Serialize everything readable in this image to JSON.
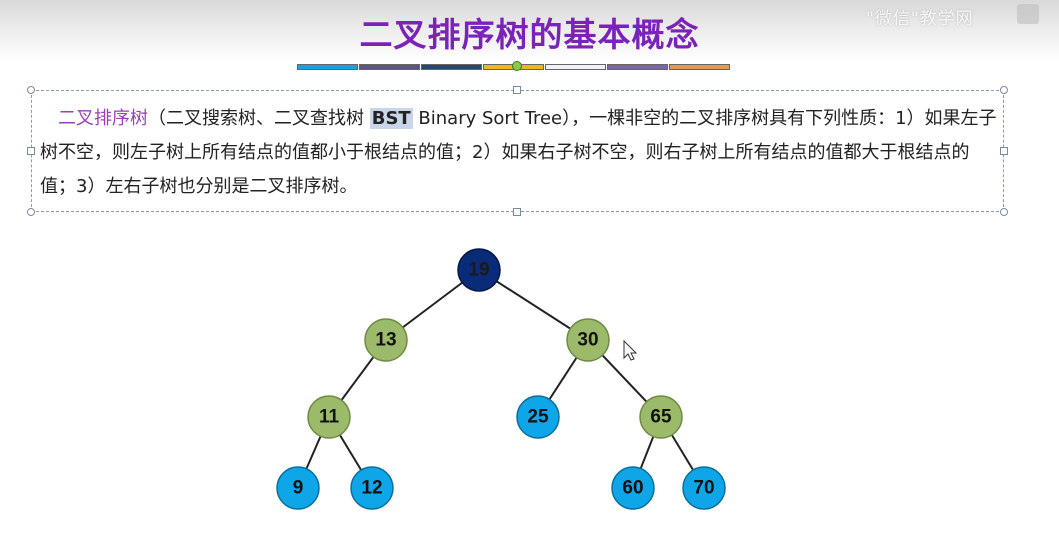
{
  "title": "二叉排序树的基本概念",
  "watermark": "\"微信\"教学网",
  "colors": {
    "title": "#7b22b8",
    "term": "#9a3fb8",
    "root_fill": "#0a2a7a",
    "inner_fill": "#9cbb6a",
    "leaf_fill": "#0ea5e9",
    "bar": [
      "#18a3de",
      "#5c5588",
      "#244a73",
      "#f2b51b",
      "#eef2f7",
      "#7d64a8",
      "#e49a50"
    ]
  },
  "definition": {
    "term": "二叉排序树",
    "open_paren": "（二叉搜索树、二叉查找树 ",
    "bst": "BST",
    "eng": " Binary Sort Tree",
    "rest1": "），一棵非空的二叉排序树具有下列性质：",
    "rest2": "1）如果左子树不空，则左子树上所有结点的值都小于根结点的值；2）如果右子树不空，则右子树上所有结点的值都大于根结点的值；3）左右子树也分别是二叉排序树。"
  },
  "tree": {
    "nodes": [
      {
        "id": "n19",
        "label": "19",
        "kind": "root"
      },
      {
        "id": "n13",
        "label": "13",
        "kind": "inner"
      },
      {
        "id": "n30",
        "label": "30",
        "kind": "inner"
      },
      {
        "id": "n11",
        "label": "11",
        "kind": "inner"
      },
      {
        "id": "n25",
        "label": "25",
        "kind": "leaf"
      },
      {
        "id": "n65",
        "label": "65",
        "kind": "inner"
      },
      {
        "id": "n9",
        "label": "9",
        "kind": "leaf"
      },
      {
        "id": "n12",
        "label": "12",
        "kind": "leaf"
      },
      {
        "id": "n60",
        "label": "60",
        "kind": "leaf"
      },
      {
        "id": "n70",
        "label": "70",
        "kind": "leaf"
      }
    ],
    "edges": [
      [
        "n19",
        "n13"
      ],
      [
        "n19",
        "n30"
      ],
      [
        "n13",
        "n11"
      ],
      [
        "n30",
        "n25"
      ],
      [
        "n30",
        "n65"
      ],
      [
        "n11",
        "n9"
      ],
      [
        "n11",
        "n12"
      ],
      [
        "n65",
        "n60"
      ],
      [
        "n65",
        "n70"
      ]
    ]
  }
}
